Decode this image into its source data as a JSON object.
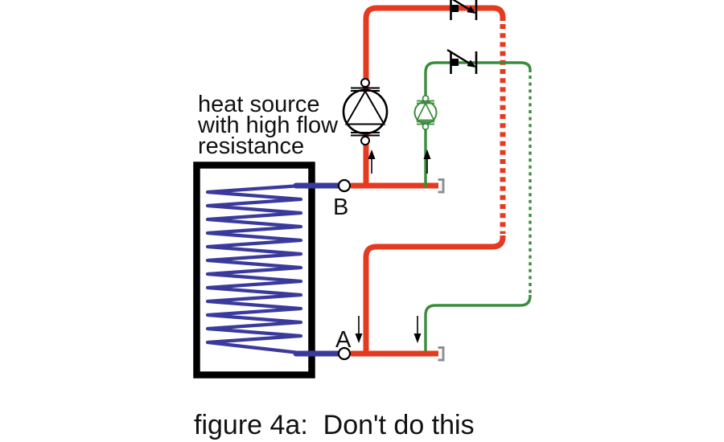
{
  "labels": {
    "heat_source": [
      "heat source",
      "with high flow",
      "resistance"
    ],
    "port_b": "B",
    "port_a": "A"
  },
  "caption": "figure 4a:  Don't do this",
  "colors": {
    "primary_loop": "#e53a20",
    "secondary_loop": "#3b8b3d",
    "coil": "#3a3a9c",
    "outline": "#000000",
    "pipe_cap": "#8f8f8f"
  },
  "icons": {
    "primary_pump": "circulator-pump-icon",
    "secondary_pump": "circulator-pump-icon",
    "check_valve": "swing-check-valve-icon",
    "flow_arrows": "flow-direction-arrow"
  }
}
